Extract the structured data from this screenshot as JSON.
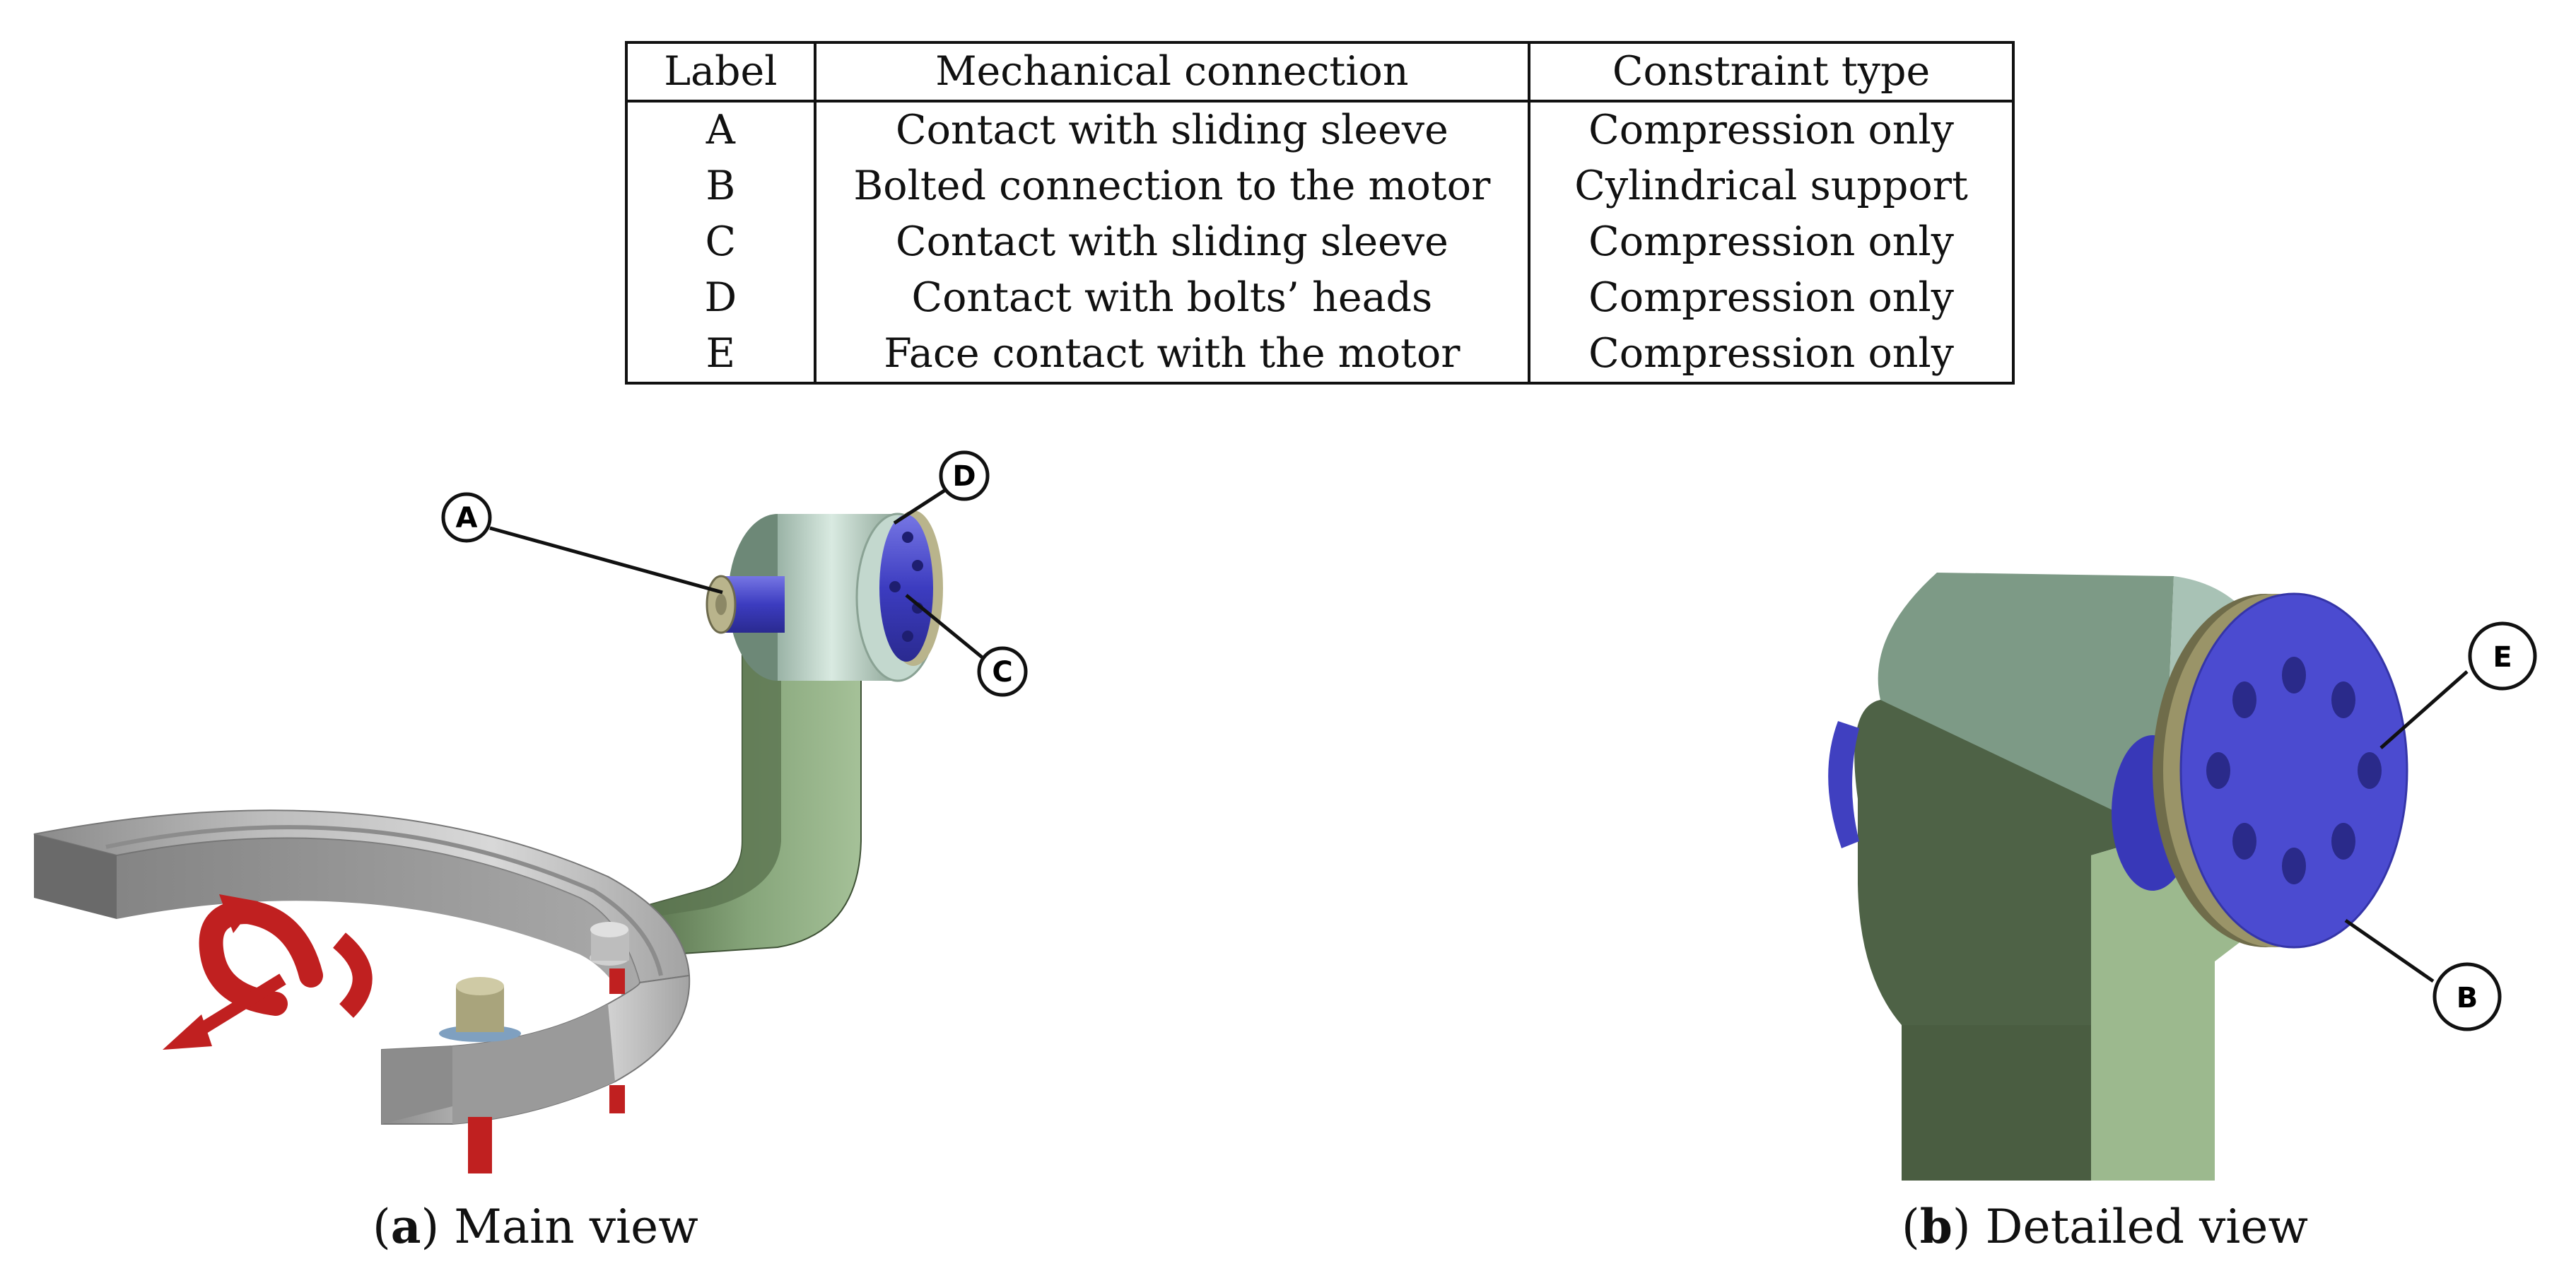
{
  "table": {
    "headers": [
      "Label",
      "Mechanical connection",
      "Constraint type"
    ],
    "rows": [
      [
        "A",
        "Contact with sliding sleeve",
        "Compression only"
      ],
      [
        "B",
        "Bolted connection to the motor",
        "Cylindrical support"
      ],
      [
        "C",
        "Contact with sliding sleeve",
        "Compression only"
      ],
      [
        "D",
        "Contact with bolts’ heads",
        "Compression only"
      ],
      [
        "E",
        "Face contact with the motor",
        "Compression only"
      ]
    ]
  },
  "figures": {
    "a": {
      "label": "a",
      "title": "Main view",
      "callouts": {
        "A": "A",
        "C": "C",
        "D": "D"
      }
    },
    "b": {
      "label": "b",
      "title": "Detailed view",
      "callouts": {
        "B": "B",
        "E": "E"
      }
    }
  },
  "colors": {
    "ring": "#a6a6a6",
    "arm_light": "#9cb98e",
    "arm_dark": "#4e6644",
    "hub_light": "#c9dcd3",
    "hub_dark": "#7f9a86",
    "support_blue": "#4848cc",
    "load_red": "#c02020",
    "bolt_khaki": "#b9b48c"
  }
}
